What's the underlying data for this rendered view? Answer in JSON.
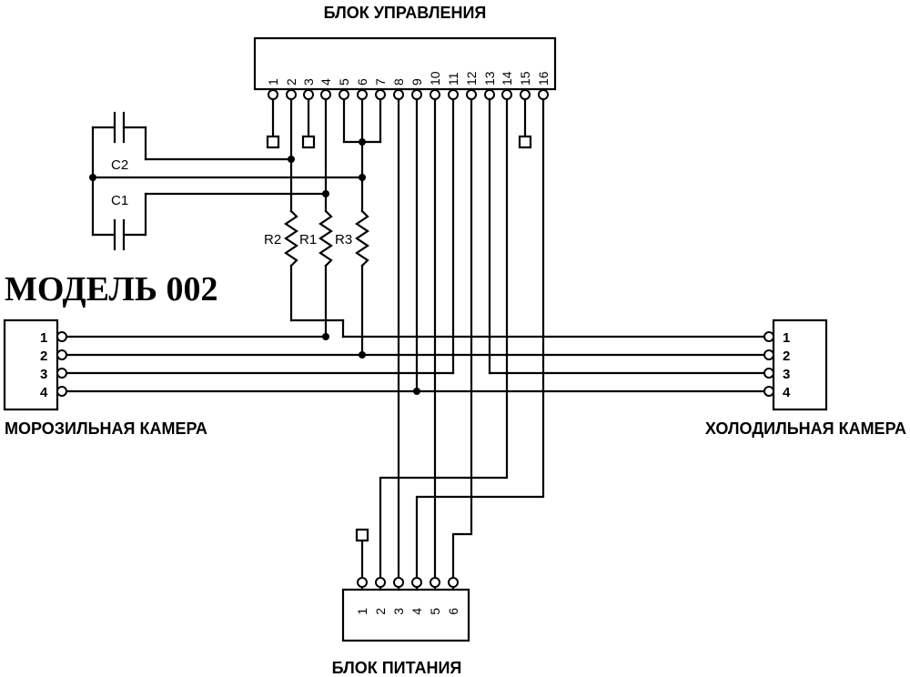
{
  "labels": {
    "control_unit": "БЛОК УПРАВЛЕНИЯ",
    "freezer": "МОРОЗИЛЬНАЯ КАМЕРА",
    "fridge": "ХОЛОДИЛЬНАЯ  КАМЕРА",
    "power_unit": "БЛОК ПИТАНИЯ",
    "model": "МОДЕЛЬ 002"
  },
  "components": {
    "c1": "C1",
    "c2": "C2",
    "r1": "R1",
    "r2": "R2",
    "r3": "R3"
  },
  "control_pins": [
    "1",
    "2",
    "3",
    "4",
    "5",
    "6",
    "7",
    "8",
    "9",
    "10",
    "11",
    "12",
    "13",
    "14",
    "15",
    "16"
  ],
  "power_pins": [
    "1",
    "2",
    "3",
    "4",
    "5",
    "6"
  ],
  "freezer_pins": [
    "1",
    "2",
    "3",
    "4"
  ],
  "fridge_pins": [
    "1",
    "2",
    "3",
    "4"
  ]
}
